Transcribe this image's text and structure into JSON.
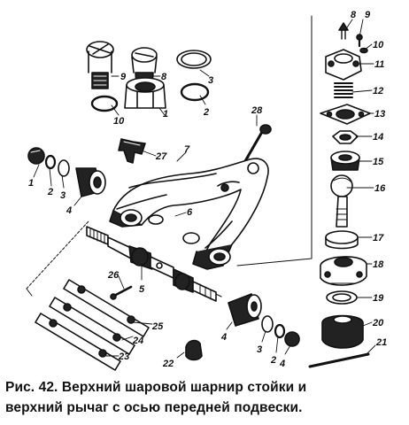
{
  "figure": {
    "callouts": [
      "1",
      "2",
      "3",
      "4",
      "5",
      "6",
      "7",
      "8",
      "9",
      "10",
      "11",
      "12",
      "13",
      "14",
      "15",
      "16",
      "17",
      "18",
      "19",
      "20",
      "21",
      "22",
      "23",
      "24",
      "25",
      "26",
      "27",
      "28"
    ]
  },
  "caption": {
    "line1": "Рис. 42. Верхний шаровой шарнир стойки и",
    "line2": "верхний рычаг с осью передней подвески."
  }
}
